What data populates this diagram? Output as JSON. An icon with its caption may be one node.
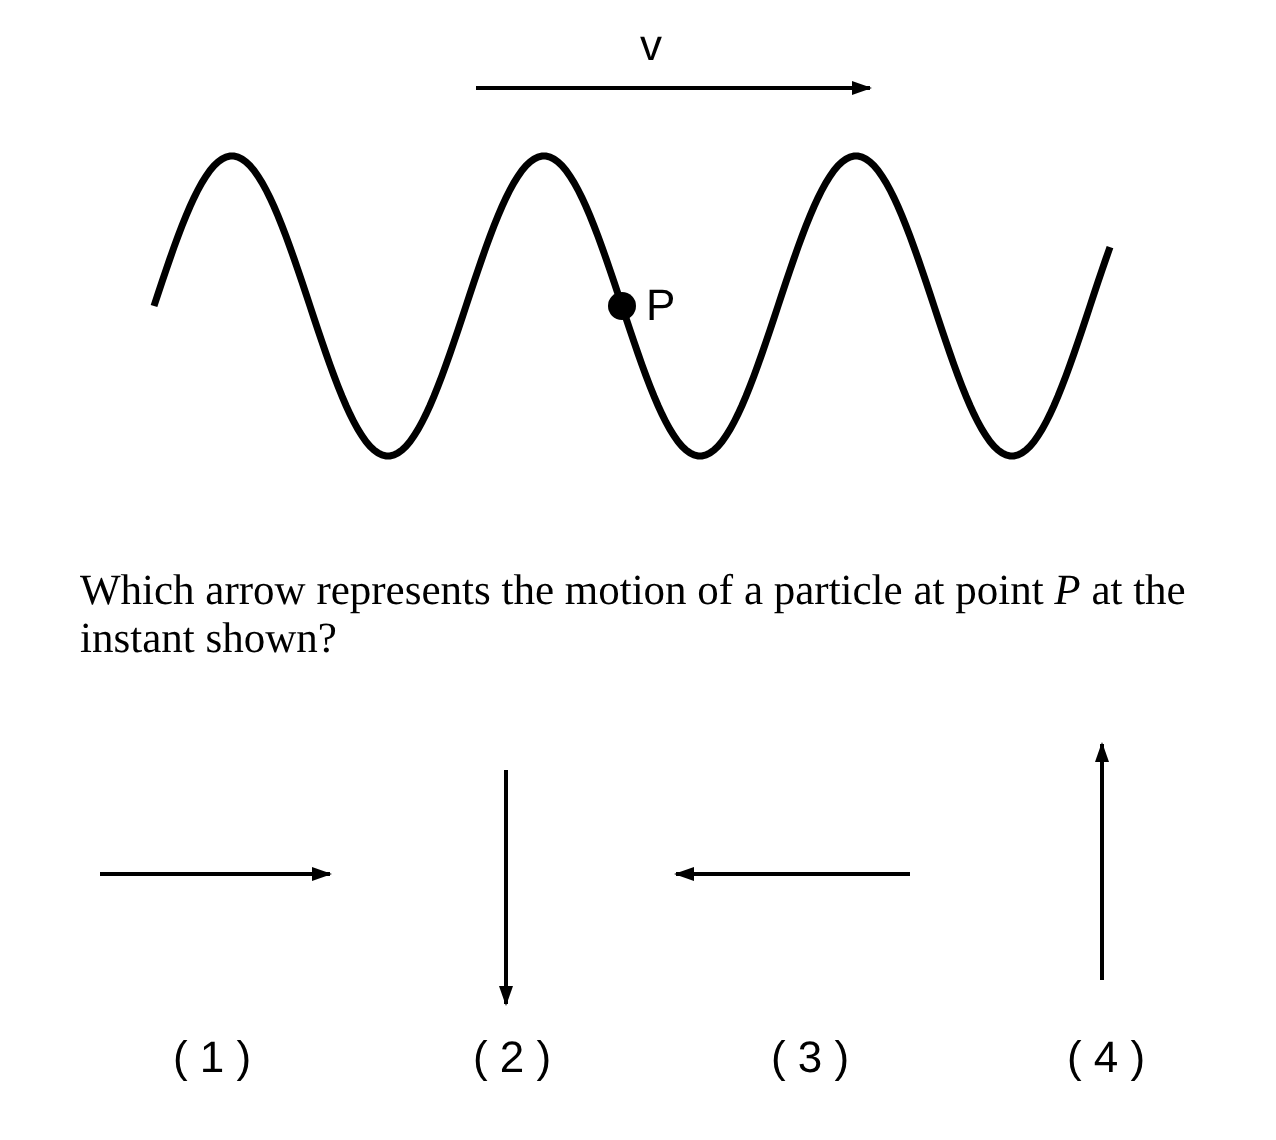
{
  "diagram": {
    "labels": [
      "v",
      "P",
      "Which arrow represents the motion of a particle at point *P* at the instant shown?",
      "( 1 )",
      "( 2 )",
      "( 3 )",
      "( 4 )"
    ]
  }
}
